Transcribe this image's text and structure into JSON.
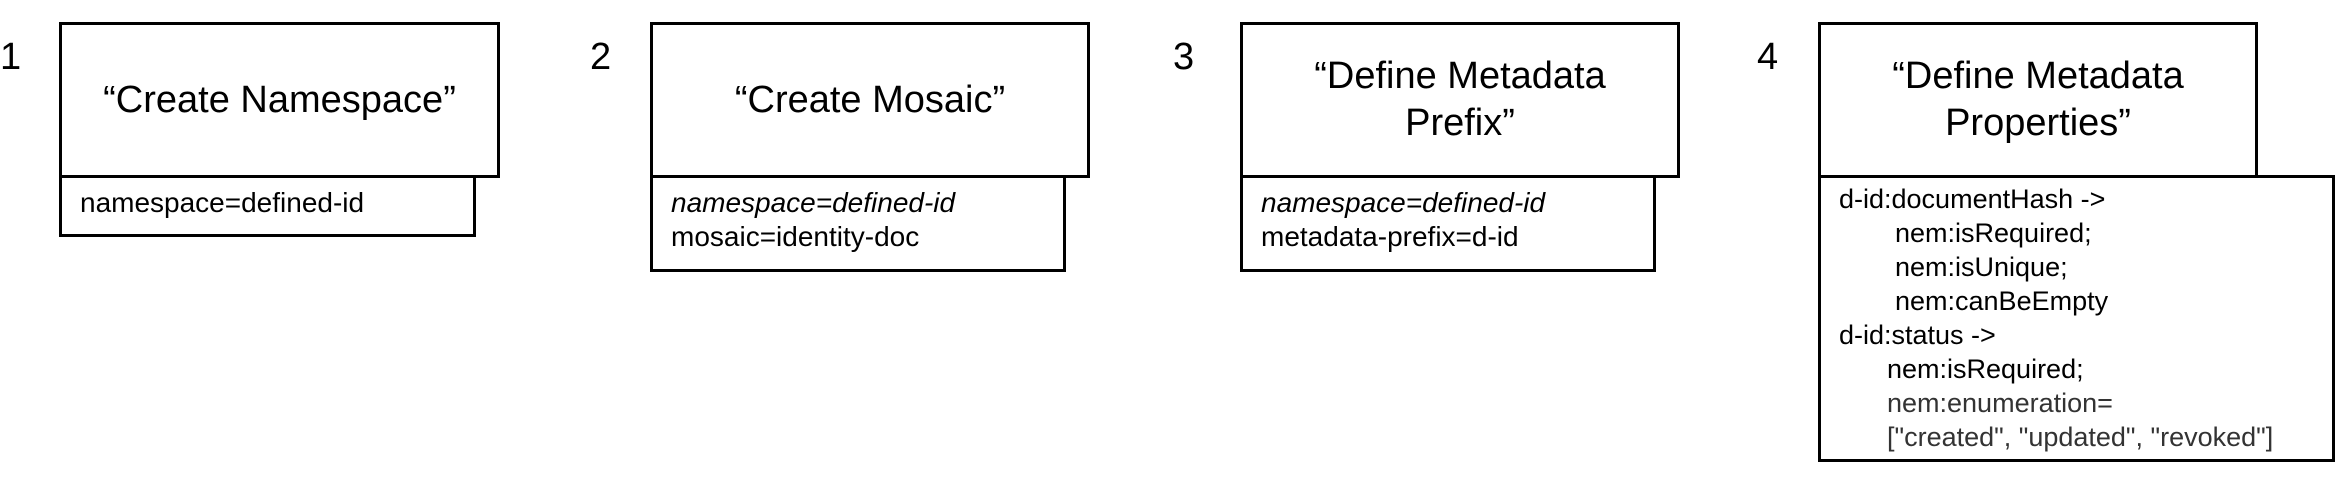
{
  "steps": [
    {
      "number": "1",
      "title": "“Create Namespace”",
      "details": [
        "namespace=defined-id"
      ]
    },
    {
      "number": "2",
      "title": "“Create Mosaic”",
      "details": [
        "namespace=defined-id",
        "mosaic=identity-doc"
      ]
    },
    {
      "number": "3",
      "title_line1": "“Define Metadata",
      "title_line2": "Prefix”",
      "details": [
        "namespace=defined-id",
        "metadata-prefix=d-id"
      ]
    },
    {
      "number": "4",
      "title_line1": "“Define Metadata",
      "title_line2": "Properties”",
      "details": [
        "d-id:documentHash ->",
        "nem:isRequired;",
        "nem:isUnique;",
        "nem:canBeEmpty",
        "d-id:status ->",
        "nem:isRequired;",
        "nem:enumeration=",
        "[\"created\", \"updated\", \"revoked\"]"
      ]
    }
  ]
}
